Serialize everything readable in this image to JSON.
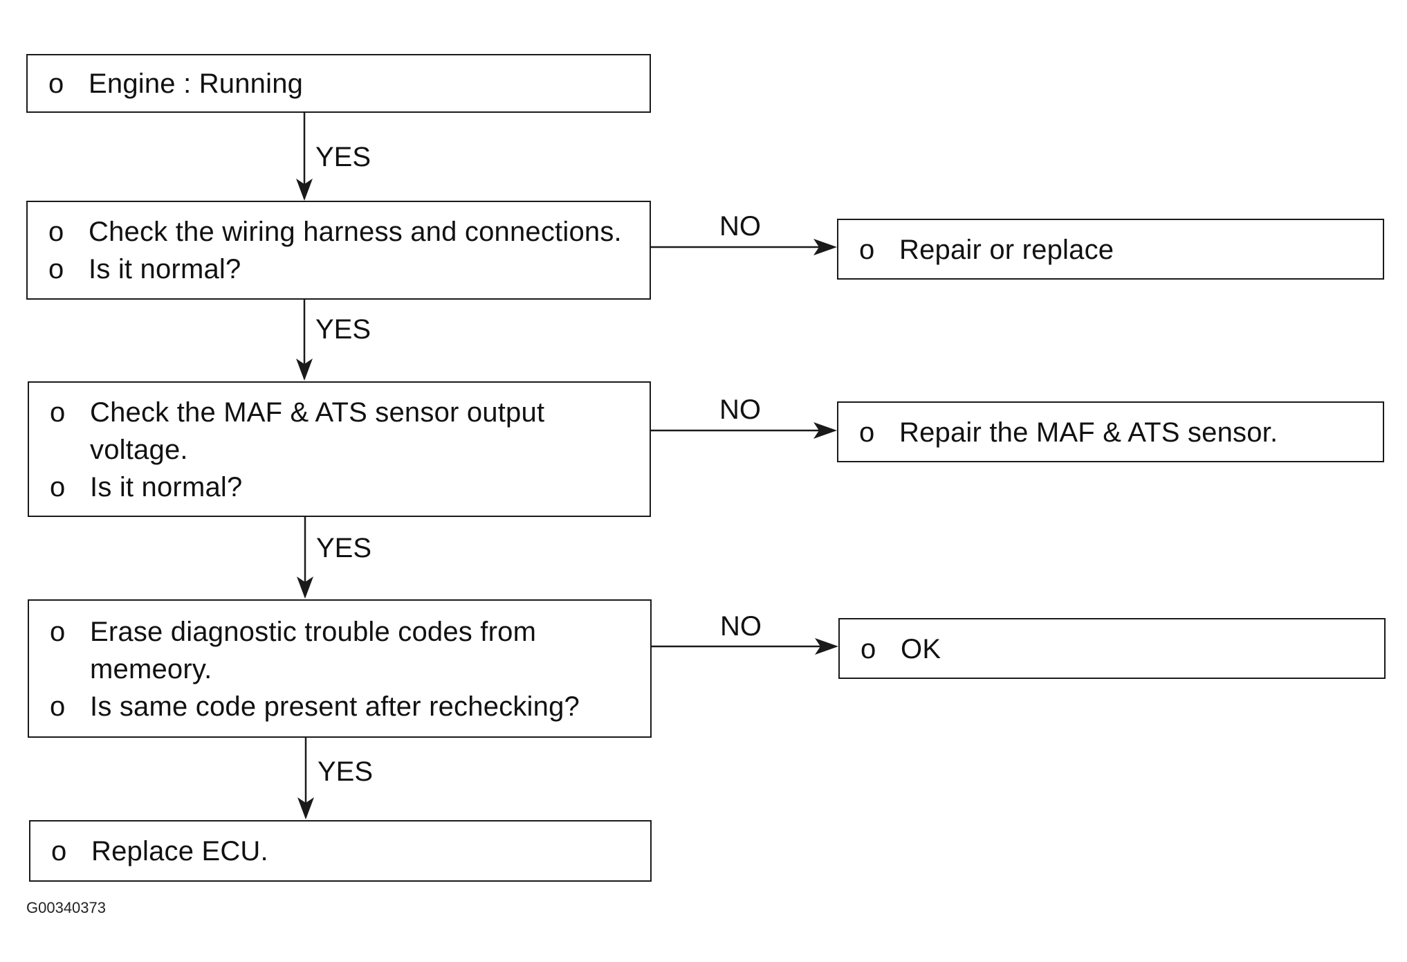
{
  "steps": [
    {
      "lines": [
        "Engine : Running"
      ]
    },
    {
      "lines": [
        "Check the wiring harness and connections.",
        "Is it normal?"
      ]
    },
    {
      "lines": [
        "Check the MAF & ATS sensor output",
        "voltage.",
        "Is it normal?"
      ]
    },
    {
      "lines": [
        "Erase diagnostic trouble codes from",
        "memeory.",
        "Is same code present after rechecking?"
      ]
    },
    {
      "lines": [
        "Replace ECU."
      ]
    }
  ],
  "outcomes": [
    {
      "lines": [
        "Repair or replace"
      ]
    },
    {
      "lines": [
        "Repair the MAF & ATS sensor."
      ]
    },
    {
      "lines": [
        "OK"
      ]
    }
  ],
  "bullet": "o",
  "labels": {
    "yes": "YES",
    "no": "NO"
  },
  "figure_code": "G00340373"
}
